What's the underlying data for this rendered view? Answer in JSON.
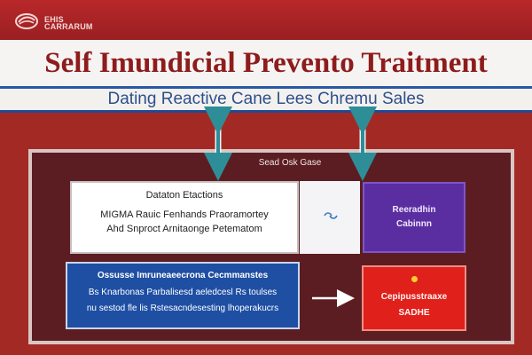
{
  "logo": {
    "text_line1": "EHIS",
    "text_line2": "CARRARUM",
    "icon": "circle-swoosh-logo"
  },
  "title": "Self Imundicial Prevento Traitment",
  "subtitle": "Dating Reactive Cane Lees Chremu Sales",
  "center_label": "Sead Osk Gase",
  "boxes": {
    "top_left": {
      "line1": "Dataton Etactions",
      "line2": "MIGMA Rauic Fenhands Praoramortey",
      "line3": "Ahd Snproct Arnitaonge Petematom"
    },
    "top_right": {
      "line1": "Reeradhin",
      "line2": "Cabinnn"
    },
    "bottom_left": {
      "line1": "Ossusse Imruneaeecrona Cecmmanstes",
      "line2": "Bs Knarbonas Parbalisesd aeledcesl Rs toulses",
      "line3": "nu sestod fle lis Rstesacndesesting lhoperakucrs"
    },
    "bottom_right": {
      "line1": "Cepipusstraaxe",
      "line2": "SADHE"
    }
  },
  "colors": {
    "header_red": "#b8282a",
    "title_red": "#8e1c1c",
    "accent_blue": "#2a59a8",
    "panel_dark": "#5b1d22",
    "arrow_teal": "#2e8e98",
    "box_purple": "#5a2ea0",
    "box_blue": "#1e4fa3",
    "box_red": "#e0201b"
  },
  "icons": {
    "double_arrow": "double-vertical-arrow-icon",
    "link": "link-icon",
    "right_arrow": "right-arrow-icon",
    "dot": "dot-icon"
  }
}
